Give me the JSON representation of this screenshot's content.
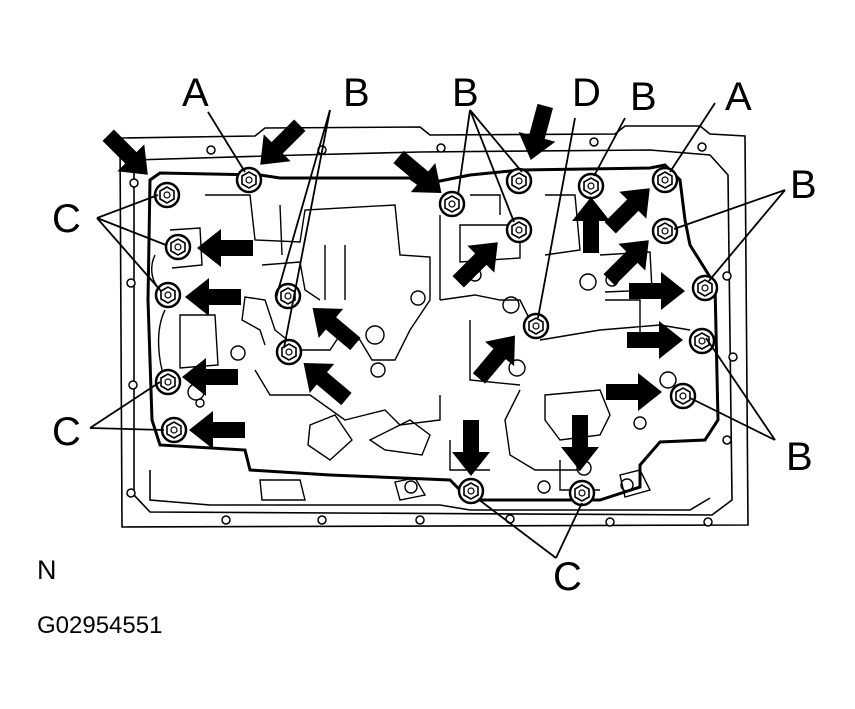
{
  "figure": {
    "callouts": {
      "a_left": "A",
      "a_right": "A",
      "b_top_left": "B",
      "b_top_center": "B",
      "b_top_right": "B",
      "b_right_upper": "B",
      "b_right_lower": "B",
      "c_left_upper": "C",
      "c_left_lower": "C",
      "c_bottom": "C",
      "d_top": "D"
    },
    "view_label": "N",
    "figure_id": "G02954551"
  },
  "colors": {
    "ink": "#000000",
    "paper": "#ffffff"
  }
}
